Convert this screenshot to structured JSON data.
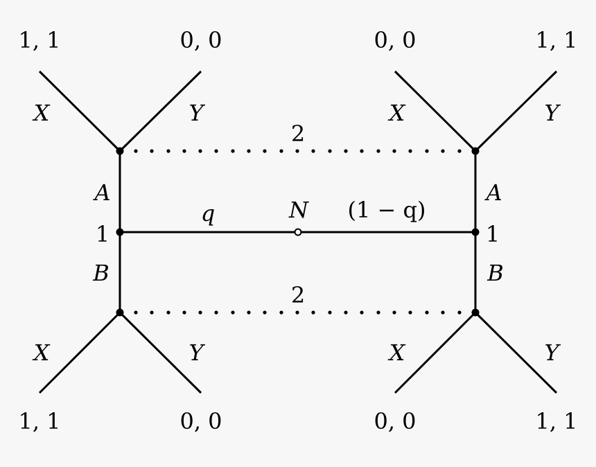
{
  "diagram": {
    "type": "game-tree",
    "chance_node": {
      "label": "N",
      "left_prob": "q",
      "right_prob": "(1 − q)"
    },
    "player1": {
      "label": "1",
      "actions": [
        "A",
        "B"
      ]
    },
    "player2": {
      "label": "2",
      "actions": [
        "X",
        "Y"
      ]
    },
    "left_tree": {
      "top": {
        "x_label": "X",
        "y_label": "Y",
        "x_payoff": "1, 1",
        "y_payoff": "0, 0"
      },
      "bottom": {
        "x_label": "X",
        "y_label": "Y",
        "x_payoff": "1, 1",
        "y_payoff": "0, 0"
      },
      "a_label": "A",
      "b_label": "B",
      "node_label": "1"
    },
    "right_tree": {
      "top": {
        "x_label": "X",
        "y_label": "Y",
        "x_payoff": "0, 0",
        "y_payoff": "1, 1"
      },
      "bottom": {
        "x_label": "X",
        "y_label": "Y",
        "x_payoff": "0, 0",
        "y_payoff": "1, 1"
      },
      "a_label": "A",
      "b_label": "B",
      "node_label": "1"
    },
    "info_sets": {
      "top_label": "2",
      "bottom_label": "2"
    },
    "colors": {
      "background": "#f7f7f7",
      "ink": "#000000"
    }
  }
}
